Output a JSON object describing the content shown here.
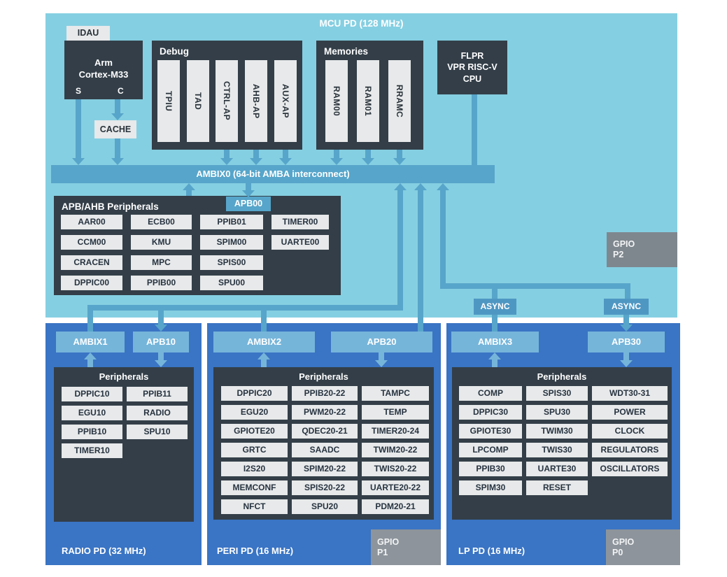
{
  "mcu": {
    "title": "MCU PD (128 MHz)"
  },
  "idau": {
    "label": "IDAU"
  },
  "cortex": {
    "name_line1": "Arm",
    "name_line2": "Cortex-M33",
    "port_s": "S",
    "port_c": "C"
  },
  "cache": {
    "label": "CACHE"
  },
  "debug": {
    "label": "Debug",
    "columns": [
      "TPIU",
      "TAD",
      "CTRL-AP",
      "AHB-AP",
      "AUX-AP"
    ]
  },
  "memories": {
    "label": "Memories",
    "columns": [
      "RAM00",
      "RAM01",
      "RRAMC"
    ]
  },
  "flpr": {
    "line1": "FLPR",
    "line2": "VPR RISC-V",
    "line3": "CPU"
  },
  "ambix0": {
    "label": "AMBIX0 (64-bit AMBA interconnect)"
  },
  "apb_ahb": {
    "label": "APB/AHB Peripherals",
    "tab": "APB00",
    "items": [
      "AAR00",
      "ECB00",
      "PPIB01",
      "TIMER00",
      "CCM00",
      "KMU",
      "SPIM00",
      "UARTE00",
      "CRACEN",
      "MPC",
      "SPIS00",
      "DPPIC00",
      "PPIB00",
      "SPU00"
    ]
  },
  "gpio_p2": {
    "line1": "GPIO",
    "line2": "P2"
  },
  "async_left": {
    "label": "ASYNC"
  },
  "async_right": {
    "label": "ASYNC"
  },
  "radio_pd": {
    "label": "RADIO PD (32 MHz)",
    "bus": "AMBIX1",
    "apb": "APB10",
    "periph_title": "Peripherals",
    "items": [
      "DPPIC10",
      "PPIB11",
      "EGU10",
      "RADIO",
      "PPIB10",
      "SPU10",
      "TIMER10"
    ]
  },
  "peri_pd": {
    "label": "PERI PD (16 MHz)",
    "bus": "AMBIX2",
    "apb": "APB20",
    "periph_title": "Peripherals",
    "items": [
      "DPPIC20",
      "PPIB20-22",
      "TAMPC",
      "EGU20",
      "PWM20-22",
      "TEMP",
      "GPIOTE20",
      "QDEC20-21",
      "TIMER20-24",
      "GRTC",
      "SAADC",
      "TWIM20-22",
      "I2S20",
      "SPIM20-22",
      "TWIS20-22",
      "MEMCONF",
      "SPIS20-22",
      "UARTE20-22",
      "NFCT",
      "SPU20",
      "PDM20-21"
    ],
    "gpio": {
      "line1": "GPIO",
      "line2": "P1"
    }
  },
  "lp_pd": {
    "label": "LP PD (16 MHz)",
    "bus": "AMBIX3",
    "apb": "APB30",
    "periph_title": "Peripherals",
    "items": [
      "COMP",
      "SPIS30",
      "WDT30-31",
      "DPPIC30",
      "SPU30",
      "POWER",
      "GPIOTE30",
      "TWIM30",
      "CLOCK",
      "LPCOMP",
      "TWIS30",
      "REGULATORS",
      "PPIB30",
      "UARTE30",
      "OSCILLATORS",
      "SPIM30",
      "RESET"
    ],
    "gpio": {
      "line1": "GPIO",
      "line2": "P0"
    }
  },
  "colors": {
    "background_cyan": "#85cfe2",
    "block_dark": "#333e48",
    "item_gray": "#e7e9ea",
    "bus_blue": "#57a5ca",
    "async_blue": "#4f97c3",
    "domain_blue": "#3a74c4",
    "subbus_blue": "#76b5da",
    "gpio_gray": "#8d949b"
  }
}
